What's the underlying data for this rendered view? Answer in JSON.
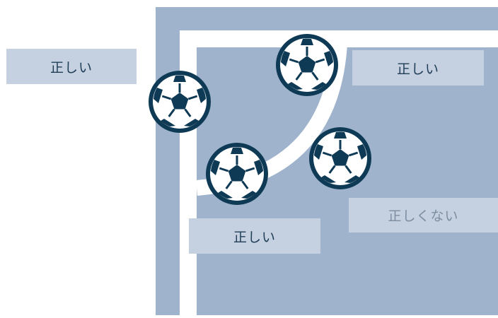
{
  "diagram": {
    "colors": {
      "field": "#9fb4cc",
      "line": "#ffffff",
      "ball": "#0e3a55",
      "label_bg": "#c5d1e0",
      "label_text_correct": "#1f3d57",
      "label_text_incorrect": "#7d8da1"
    },
    "labels": {
      "outside_left": "正しい",
      "corner_top_right": "正しい",
      "bottom_middle": "正しい",
      "right_incorrect": "正しくない"
    },
    "balls": [
      {
        "id": "ball-on-left-line",
        "placement": "correct"
      },
      {
        "id": "ball-on-arc-top",
        "placement": "correct"
      },
      {
        "id": "ball-on-arc-inside",
        "placement": "correct"
      },
      {
        "id": "ball-outside-arc",
        "placement": "incorrect"
      }
    ]
  }
}
